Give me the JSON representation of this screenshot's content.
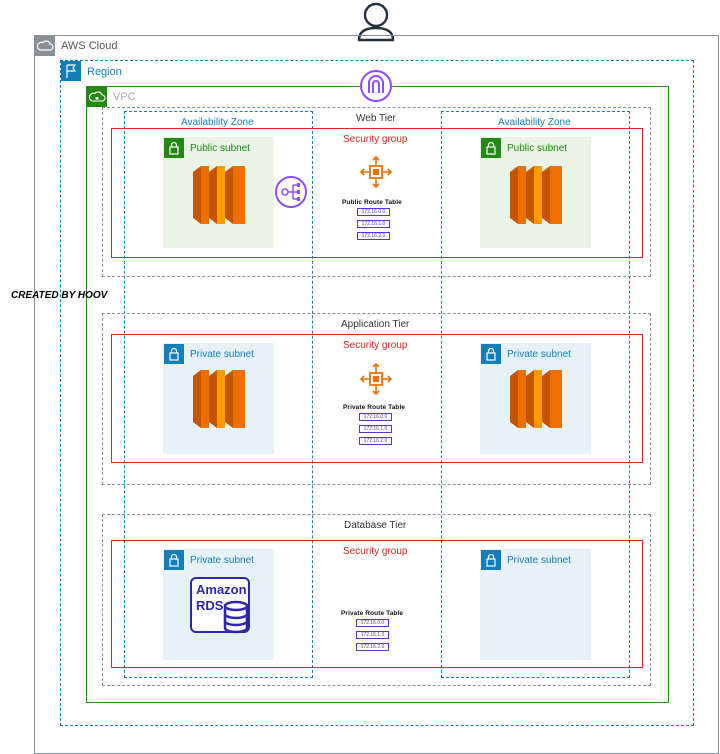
{
  "user_icon": "user-icon",
  "watermark": "CREATED BY HOOV",
  "aws_cloud": {
    "label": "AWS Cloud",
    "icon": "cloud-icon"
  },
  "region": {
    "label": "Region",
    "icon": "flag-icon"
  },
  "vpc": {
    "label": "VPC",
    "icon": "vpc-cloud-lock-icon"
  },
  "internet_gateway_icon": "internet-gateway-icon",
  "load_balancer_icon": "elastic-load-balancer-icon",
  "availability_zones": [
    {
      "label": "Availability Zone"
    },
    {
      "label": "Availability Zone"
    }
  ],
  "tiers": [
    {
      "title": "Web Tier",
      "security_group": "Security group",
      "subnets": [
        {
          "label": "Public subnet",
          "type": "public",
          "resource": "ec2-instance-icon"
        },
        {
          "label": "Public subnet",
          "type": "public",
          "resource": "ec2-instance-icon"
        }
      ],
      "route_table": {
        "title": "Public Route Table",
        "rows": [
          "172.16.0.0",
          "172.16.1.0",
          "172.16.2.0"
        ]
      }
    },
    {
      "title": "Application Tier",
      "security_group": "Security group",
      "subnets": [
        {
          "label": "Private subnet",
          "type": "private",
          "resource": "ec2-instance-icon"
        },
        {
          "label": "Private subnet",
          "type": "private",
          "resource": "ec2-instance-icon"
        }
      ],
      "route_table": {
        "title": "Private Route Table",
        "rows": [
          "172.16.0.0",
          "172.16.1.0",
          "172.16.2.0"
        ]
      }
    },
    {
      "title": "Database Tier",
      "security_group": "Security group",
      "subnets": [
        {
          "label": "Private subnet",
          "type": "private",
          "resource": "amazon-rds-icon"
        },
        {
          "label": "Private subnet",
          "type": "private",
          "resource": ""
        }
      ],
      "route_table": {
        "title": "Private Route Table",
        "rows": [
          "172.16.0.0",
          "172.16.1.0",
          "172.16.2.0"
        ]
      }
    }
  ],
  "rds": {
    "line1": "Amazon",
    "line2": "RDS"
  },
  "colors": {
    "aws_cloud": "#879196",
    "region": "#147eba",
    "vpc": "#248814",
    "security_group": "#d42a1f",
    "public_subnet": "#e9f3e6",
    "private_subnet": "#e6f2f8",
    "ec2": "#ed7100",
    "gateway": "#8c4fff"
  }
}
